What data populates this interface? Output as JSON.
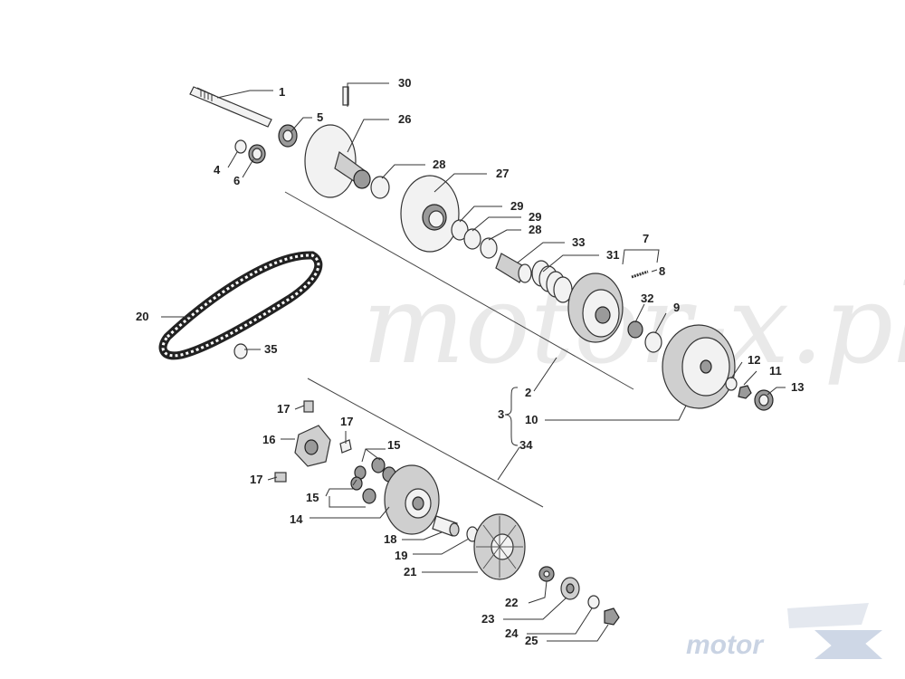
{
  "diagram": {
    "labels": {
      "p1": "1",
      "p2": "2",
      "p3": "3",
      "p4": "4",
      "p5": "5",
      "p6": "6",
      "p7": "7",
      "p8": "8",
      "p9": "9",
      "p10": "10",
      "p11": "11",
      "p12": "12",
      "p13": "13",
      "p14": "14",
      "p15a": "15",
      "p15b": "15",
      "p16": "16",
      "p17a": "17",
      "p17b": "17",
      "p17c": "17",
      "p18": "18",
      "p19": "19",
      "p20": "20",
      "p21": "21",
      "p22": "22",
      "p23": "23",
      "p24": "24",
      "p25": "25",
      "p26": "26",
      "p27": "27",
      "p28a": "28",
      "p28b": "28",
      "p29a": "29",
      "p29b": "29",
      "p30": "30",
      "p31": "31",
      "p32": "32",
      "p33": "33",
      "p34": "34",
      "p35": "35"
    },
    "watermark": "motor-x.pl",
    "logo_text": "motor"
  }
}
